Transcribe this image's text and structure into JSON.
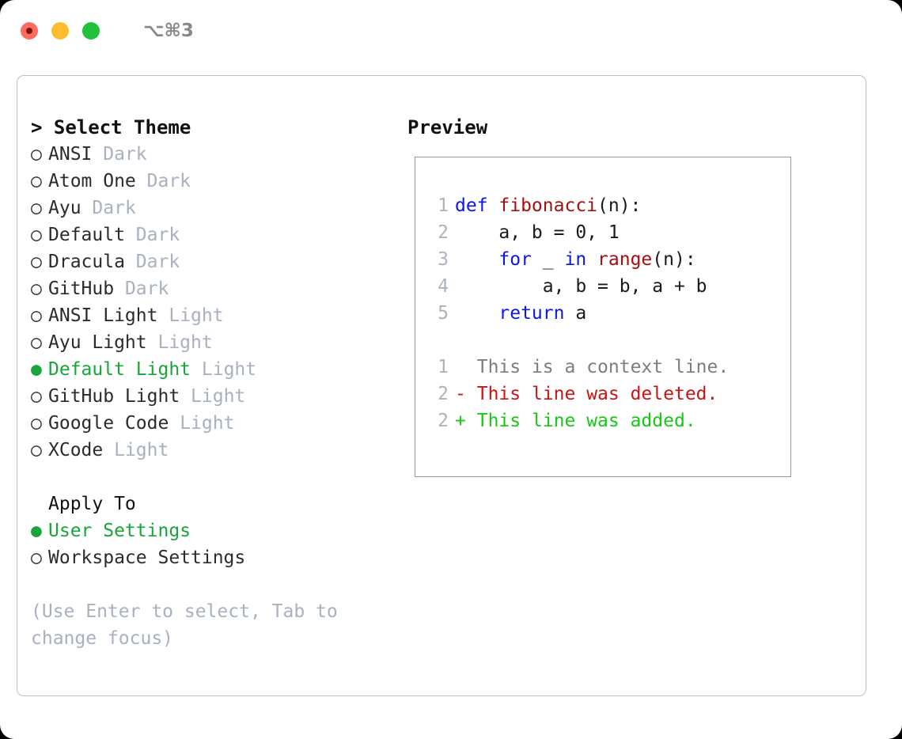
{
  "window": {
    "shortcut": "⌥⌘3",
    "lights": [
      "close-red",
      "minimize-yellow",
      "zoom-green"
    ]
  },
  "theme_picker": {
    "header_marker": ">",
    "header": "Select Theme",
    "bullet_off": "○",
    "bullet_on": "●",
    "items": [
      {
        "name": "ANSI",
        "category": "Dark",
        "selected": false
      },
      {
        "name": "Atom One",
        "category": "Dark",
        "selected": false
      },
      {
        "name": "Ayu",
        "category": "Dark",
        "selected": false
      },
      {
        "name": "Default",
        "category": "Dark",
        "selected": false
      },
      {
        "name": "Dracula",
        "category": "Dark",
        "selected": false
      },
      {
        "name": "GitHub",
        "category": "Dark",
        "selected": false
      },
      {
        "name": "ANSI Light",
        "category": "Light",
        "selected": false
      },
      {
        "name": "Ayu Light",
        "category": "Light",
        "selected": false
      },
      {
        "name": "Default Light",
        "category": "Light",
        "selected": true
      },
      {
        "name": "GitHub Light",
        "category": "Light",
        "selected": false
      },
      {
        "name": "Google Code",
        "category": "Light",
        "selected": false
      },
      {
        "name": "XCode",
        "category": "Light",
        "selected": false
      }
    ]
  },
  "apply_to": {
    "header": "Apply To",
    "options": [
      {
        "label": "User Settings",
        "selected": true
      },
      {
        "label": "Workspace Settings",
        "selected": false
      }
    ]
  },
  "hint": "(Use Enter to select, Tab to change focus)",
  "preview": {
    "title": "Preview",
    "code": [
      {
        "no": "1",
        "tokens": [
          {
            "t": "def ",
            "c": "kw"
          },
          {
            "t": "fibonacci",
            "c": "fn"
          },
          {
            "t": "(n):",
            "c": "plain"
          }
        ]
      },
      {
        "no": "2",
        "tokens": [
          {
            "t": "    a, b = 0, 1",
            "c": "plain"
          }
        ]
      },
      {
        "no": "3",
        "tokens": [
          {
            "t": "    ",
            "c": "plain"
          },
          {
            "t": "for",
            "c": "kw"
          },
          {
            "t": " _ ",
            "c": "plain"
          },
          {
            "t": "in",
            "c": "kw"
          },
          {
            "t": " ",
            "c": "plain"
          },
          {
            "t": "range",
            "c": "fn"
          },
          {
            "t": "(n):",
            "c": "plain"
          }
        ]
      },
      {
        "no": "4",
        "tokens": [
          {
            "t": "        a, b = b, a + b",
            "c": "plain"
          }
        ]
      },
      {
        "no": "5",
        "tokens": [
          {
            "t": "    ",
            "c": "plain"
          },
          {
            "t": "return",
            "c": "kw"
          },
          {
            "t": " a",
            "c": "plain"
          }
        ]
      }
    ],
    "diff": [
      {
        "no": "1",
        "sign": " ",
        "text": "This is a context line.",
        "kind": "context"
      },
      {
        "no": "2",
        "sign": "-",
        "text": "This line was deleted.",
        "kind": "deleted"
      },
      {
        "no": "2",
        "sign": "+",
        "text": "This line was added.",
        "kind": "added"
      }
    ]
  },
  "colors": {
    "accent_green": "#17a637",
    "muted": "#a7b1c0",
    "keyword_blue": "#0b16e8",
    "function_red": "#a31010",
    "diff_delete": "#c81414",
    "diff_add": "#14c814",
    "diff_context": "#7d7d7d"
  }
}
